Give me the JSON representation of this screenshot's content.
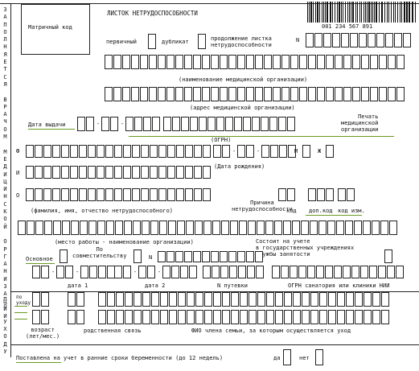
{
  "header": {
    "title": "ЛИСТОК НЕТРУДОСПОСОБНОСТИ",
    "matrix_code": "Матричный код",
    "barcode_number": "001 234 567 891"
  },
  "side_labels": {
    "filled_by": "ЗАПОЛНЯЕТСЯ ВРАЧОМ МЕДИЦИНСКОЙ ОРГАНИЗАЦИИ",
    "ukhod": "ПО УХОДУ"
  },
  "labels": {
    "primary": "первичный",
    "duplicate": "дубликат",
    "continuation": "продолжение листка\nнетрудоспособности",
    "number_sign": "N",
    "med_org_name": "(наименование медицинской организации)",
    "med_org_address": "(адрес медицинской организации)",
    "issue_date": "Дата выдачи",
    "stamp": "Печать\nмедицинской\nорганизации",
    "ogrn": "(ОГРН)",
    "f": "Ф",
    "i": "И",
    "o": "О",
    "m": "М",
    "zh": "Ж",
    "birth_date": "(Дата рождения)",
    "fio": "(фамилия, имя, отчество нетрудоспособного)",
    "cause": "Причина\nнетрудоспособности",
    "code": "код",
    "add_code": "доп.код",
    "code_change": "код изм.",
    "workplace": "(место работы - наименование организации)",
    "registered": "Состоит на учете\nв государственных учреждениях\nслужбы занятости",
    "main": "Основное",
    "part_time": "По\nсовместительству",
    "n_sign2": "N",
    "date1": "дата 1",
    "date2": "дата 2",
    "voucher": "N путевки",
    "ogrn_sanatorium": "ОГРН санатория или клиники НИИ",
    "for_care": "по уходу",
    "age": "возраст\n(лет/мес.)",
    "kinship": "родственная связь",
    "family_fio": "ФИО члена семьи, за которым осуществляется уход",
    "pregnancy": "Поставлена на учет в ранние сроки беременности (до 12 недель)",
    "yes": "да",
    "no": "нет"
  }
}
